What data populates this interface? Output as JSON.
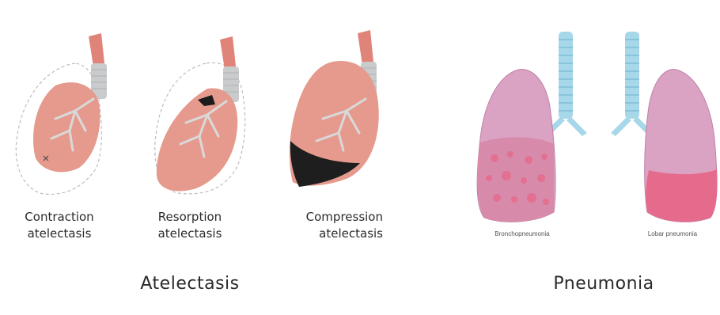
{
  "colors": {
    "lung_salmon": "#e59a8d",
    "lung_dark": "#d77568",
    "bronchi": "#cfd2d4",
    "trachea_grey": "#c8cacc",
    "pneumonia_lung": "#dba3c3",
    "pneumonia_trachea": "#a7d8ea",
    "consolidation": "#e56b8d"
  },
  "atelectasis": {
    "panels": [
      {
        "label": "Contraction\natelectasis"
      },
      {
        "label": "Resorption\natelectasis"
      },
      {
        "label": "Compression\natelectasis"
      }
    ],
    "title": "Atelectasis"
  },
  "pneumonia": {
    "left_caption": "Bronchopneumonia",
    "right_caption": "Lobar pneumonia",
    "title": "Pneumonia"
  }
}
